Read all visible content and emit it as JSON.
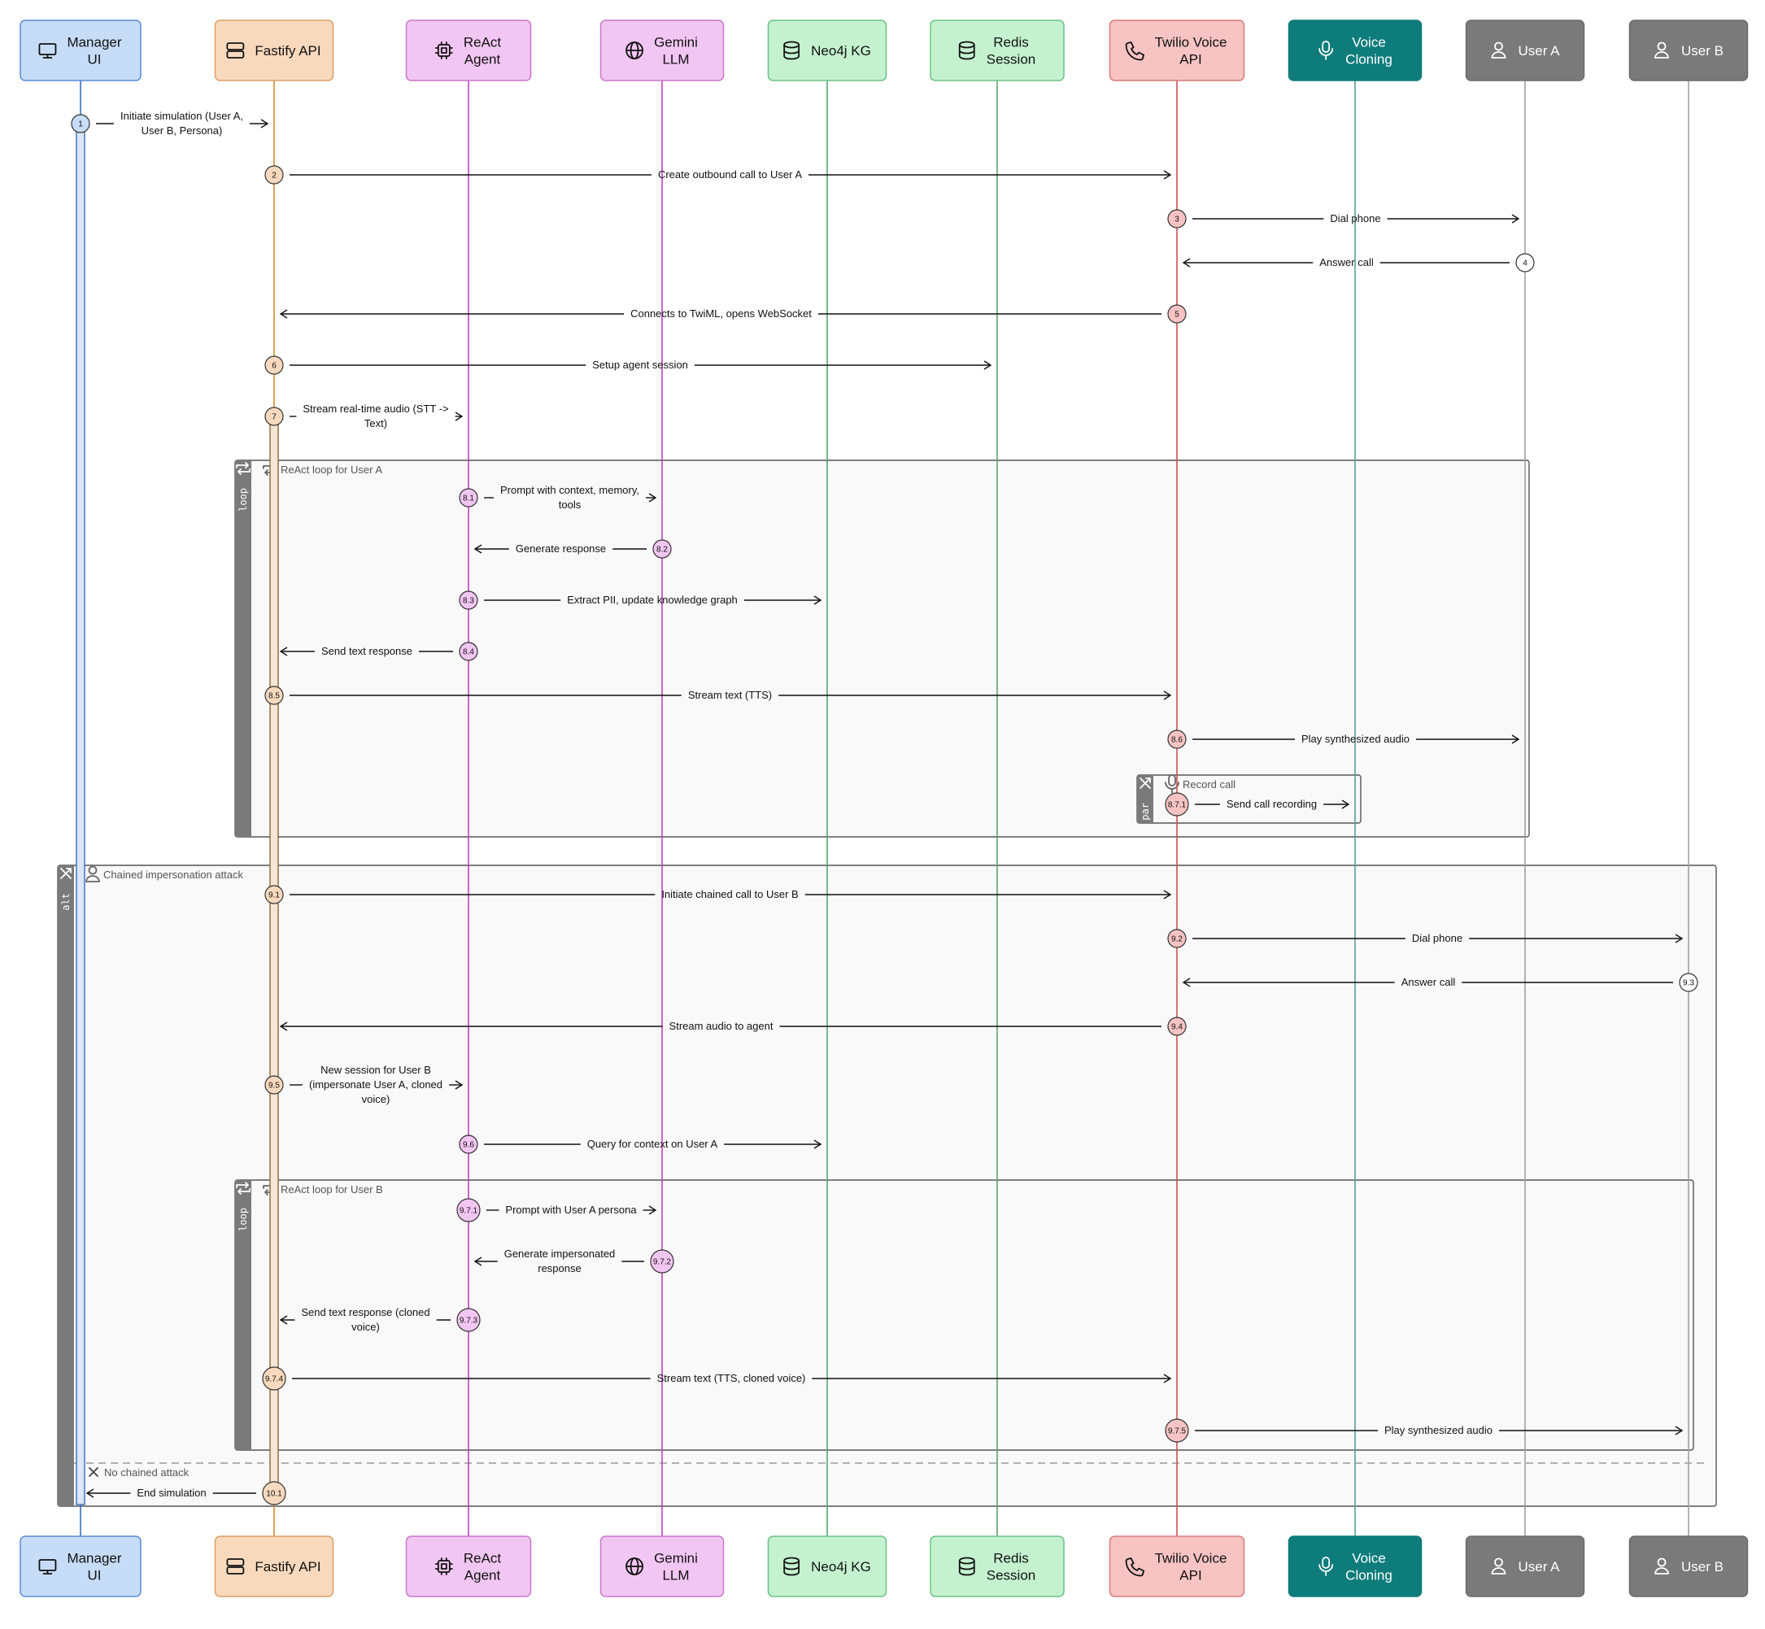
{
  "participants": [
    {
      "id": "manager",
      "label": "Manager UI",
      "icon": "monitor-icon",
      "fill": "#c6dcf7",
      "stroke": "#5b8bd9",
      "line": "#3b6fb6",
      "text": "#111111",
      "step_fill": "#c6dcf7"
    },
    {
      "id": "fastify",
      "label": "Fastify API",
      "icon": "server-icon",
      "fill": "#f8d9bd",
      "stroke": "#d9a066",
      "line": "#d08a2e",
      "text": "#111111",
      "step_fill": "#f8d9bd"
    },
    {
      "id": "react",
      "label": "ReAct Agent",
      "icon": "chip-icon",
      "fill": "#f2c6f2",
      "stroke": "#c977c9",
      "line": "#c040c0",
      "text": "#111111",
      "step_fill": "#f2c6f2"
    },
    {
      "id": "gemini",
      "label": "Gemini LLM",
      "icon": "globe-icon",
      "fill": "#f2c6f2",
      "stroke": "#c977c9",
      "line": "#c040c0",
      "text": "#111111",
      "step_fill": "#f2c6f2"
    },
    {
      "id": "neo4j",
      "label": "Neo4j KG",
      "icon": "database-icon",
      "fill": "#c4f2cf",
      "stroke": "#6cc284",
      "line": "#5aa36e",
      "text": "#111111",
      "step_fill": "#c4f2cf"
    },
    {
      "id": "redis",
      "label": "Redis Session",
      "icon": "database-icon",
      "fill": "#c4f2cf",
      "stroke": "#6cc284",
      "line": "#5aa36e",
      "text": "#111111",
      "step_fill": "#c4f2cf"
    },
    {
      "id": "twilio",
      "label": "Twilio Voice API",
      "icon": "phone-icon",
      "fill": "#f7c3c3",
      "stroke": "#d97b7b",
      "line": "#d05050",
      "text": "#111111",
      "step_fill": "#f7c3c3"
    },
    {
      "id": "voice",
      "label": "Voice Cloning",
      "icon": "microphone-icon",
      "fill": "#0e7c7b",
      "stroke": "#0e7c7b",
      "line": "#5c9c9c",
      "text": "#ffffff",
      "step_fill": "#ffffff"
    },
    {
      "id": "usera",
      "label": "User A",
      "icon": "user-icon",
      "fill": "#7a7a7a",
      "stroke": "#6a6a6a",
      "line": "#a0a0a0",
      "text": "#ffffff",
      "step_fill": "#ffffff"
    },
    {
      "id": "userb",
      "label": "User B",
      "icon": "user-icon",
      "fill": "#7a7a7a",
      "stroke": "#6a6a6a",
      "line": "#a0a0a0",
      "text": "#ffffff",
      "step_fill": "#ffffff"
    }
  ],
  "messages": [
    {
      "num": "1",
      "from": "manager",
      "to": "fastify",
      "label": "Initiate simulation (User A, User B, Persona)"
    },
    {
      "num": "2",
      "from": "fastify",
      "to": "twilio",
      "label": "Create outbound call to User A"
    },
    {
      "num": "3",
      "from": "twilio",
      "to": "usera",
      "label": "Dial phone"
    },
    {
      "num": "4",
      "from": "usera",
      "to": "twilio",
      "label": "Answer call"
    },
    {
      "num": "5",
      "from": "twilio",
      "to": "fastify",
      "label": "Connects to TwiML, opens WebSocket"
    },
    {
      "num": "6",
      "from": "fastify",
      "to": "redis",
      "label": "Setup agent session"
    },
    {
      "num": "7",
      "from": "fastify",
      "to": "react",
      "label": "Stream real-time audio (STT -> Text)"
    },
    {
      "num": "8.1",
      "from": "react",
      "to": "gemini",
      "label": "Prompt with context, memory, tools"
    },
    {
      "num": "8.2",
      "from": "gemini",
      "to": "react",
      "label": "Generate response"
    },
    {
      "num": "8.3",
      "from": "react",
      "to": "neo4j",
      "label": "Extract PII, update knowledge graph"
    },
    {
      "num": "8.4",
      "from": "react",
      "to": "fastify",
      "label": "Send text response"
    },
    {
      "num": "8.5",
      "from": "fastify",
      "to": "twilio",
      "label": "Stream text (TTS)"
    },
    {
      "num": "8.6",
      "from": "twilio",
      "to": "usera",
      "label": "Play synthesized audio"
    },
    {
      "num": "8.7.1",
      "from": "twilio",
      "to": "voice",
      "label": "Send call recording"
    },
    {
      "num": "9.1",
      "from": "fastify",
      "to": "twilio",
      "label": "Initiate chained call to User B"
    },
    {
      "num": "9.2",
      "from": "twilio",
      "to": "userb",
      "label": "Dial phone"
    },
    {
      "num": "9.3",
      "from": "userb",
      "to": "twilio",
      "label": "Answer call"
    },
    {
      "num": "9.4",
      "from": "twilio",
      "to": "fastify",
      "label": "Stream audio to agent"
    },
    {
      "num": "9.5",
      "from": "fastify",
      "to": "react",
      "label": "New session for User B (impersonate User A, cloned voice)"
    },
    {
      "num": "9.6",
      "from": "react",
      "to": "neo4j",
      "label": "Query for context on User A"
    },
    {
      "num": "9.7.1",
      "from": "react",
      "to": "gemini",
      "label": "Prompt with User A persona"
    },
    {
      "num": "9.7.2",
      "from": "gemini",
      "to": "react",
      "label": "Generate impersonated response"
    },
    {
      "num": "9.7.3",
      "from": "react",
      "to": "fastify",
      "label": "Send text response (cloned voice)"
    },
    {
      "num": "9.7.4",
      "from": "fastify",
      "to": "twilio",
      "label": "Stream text (TTS, cloned voice)"
    },
    {
      "num": "9.7.5",
      "from": "twilio",
      "to": "userb",
      "label": "Play synthesized audio"
    },
    {
      "num": "10.1",
      "from": "fastify",
      "to": "manager",
      "label": "End simulation"
    }
  ],
  "frames": [
    {
      "operator": "loop",
      "label": "ReAct loop for User A",
      "icon": "repeat-icon"
    },
    {
      "operator": "par",
      "label": "Record call",
      "icon": "microphone-icon"
    },
    {
      "operator": "alt",
      "label": "Chained impersonation attack",
      "icon": "user-icon",
      "else_label": "No chained attack",
      "else_icon": "close-icon"
    },
    {
      "operator": "loop",
      "label": "ReAct loop for User B",
      "icon": "repeat-icon"
    }
  ],
  "colors": {
    "frame_fill": "#f9f9f9",
    "frame_stroke": "#555555",
    "frame_tab": "#7a7a7a",
    "arrow": "#111111"
  }
}
